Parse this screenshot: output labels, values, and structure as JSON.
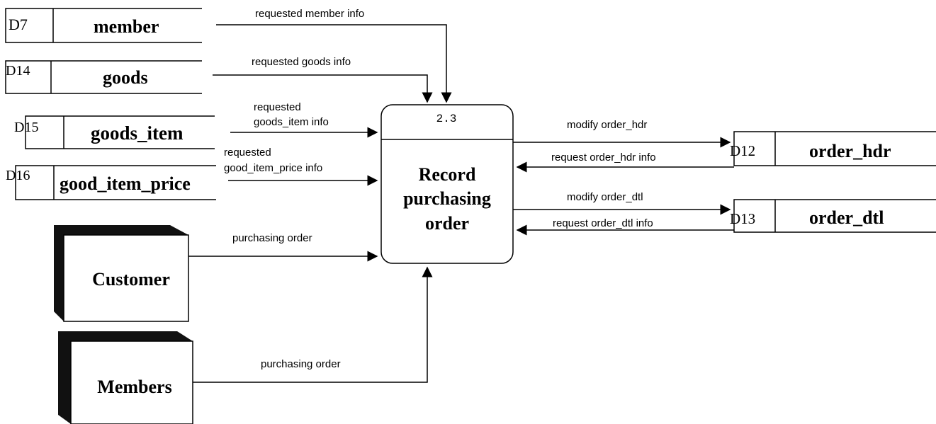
{
  "process": {
    "id": "2.3",
    "name_lines": [
      "Record",
      "purchasing",
      "order"
    ]
  },
  "data_stores": {
    "member": {
      "id": "D7",
      "name": "member"
    },
    "goods": {
      "id": "D14",
      "name": "goods"
    },
    "goods_item": {
      "id": "D15",
      "name": "goods_item"
    },
    "good_item_price": {
      "id": "D16",
      "name": "good_item_price"
    },
    "order_hdr": {
      "id": "D12",
      "name": "order_hdr"
    },
    "order_dtl": {
      "id": "D13",
      "name": "order_dtl"
    }
  },
  "entities": {
    "customer": "Customer",
    "members": "Members"
  },
  "flows": {
    "requested_member_info": "requested member info",
    "requested_goods_info": "requested goods info",
    "requested_goods_item_info": [
      "requested",
      "goods_item info"
    ],
    "requested_good_item_price_info": [
      "requested",
      "good_item_price info"
    ],
    "customer_purchasing_order": "purchasing order",
    "members_purchasing_order": "purchasing order",
    "modify_order_hdr": "modify order_hdr",
    "request_order_hdr_info": "request order_hdr info",
    "modify_order_dtl": "modify order_dtl",
    "request_order_dtl_info": "request order_dtl info"
  },
  "colors": {
    "line": "#000000",
    "background": "#ffffff",
    "shadow": "#111111"
  }
}
